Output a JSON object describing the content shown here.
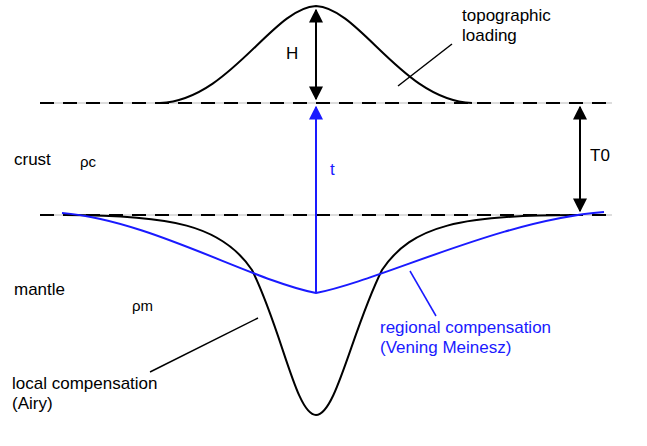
{
  "diagram": {
    "labels": [
      "H",
      "topographic loading",
      "t",
      "T0",
      "crust",
      "ρc",
      "mantle",
      "ρm",
      "regional compensation (Vening Meinesz)",
      "local compensation (Airy)"
    ]
  }
}
